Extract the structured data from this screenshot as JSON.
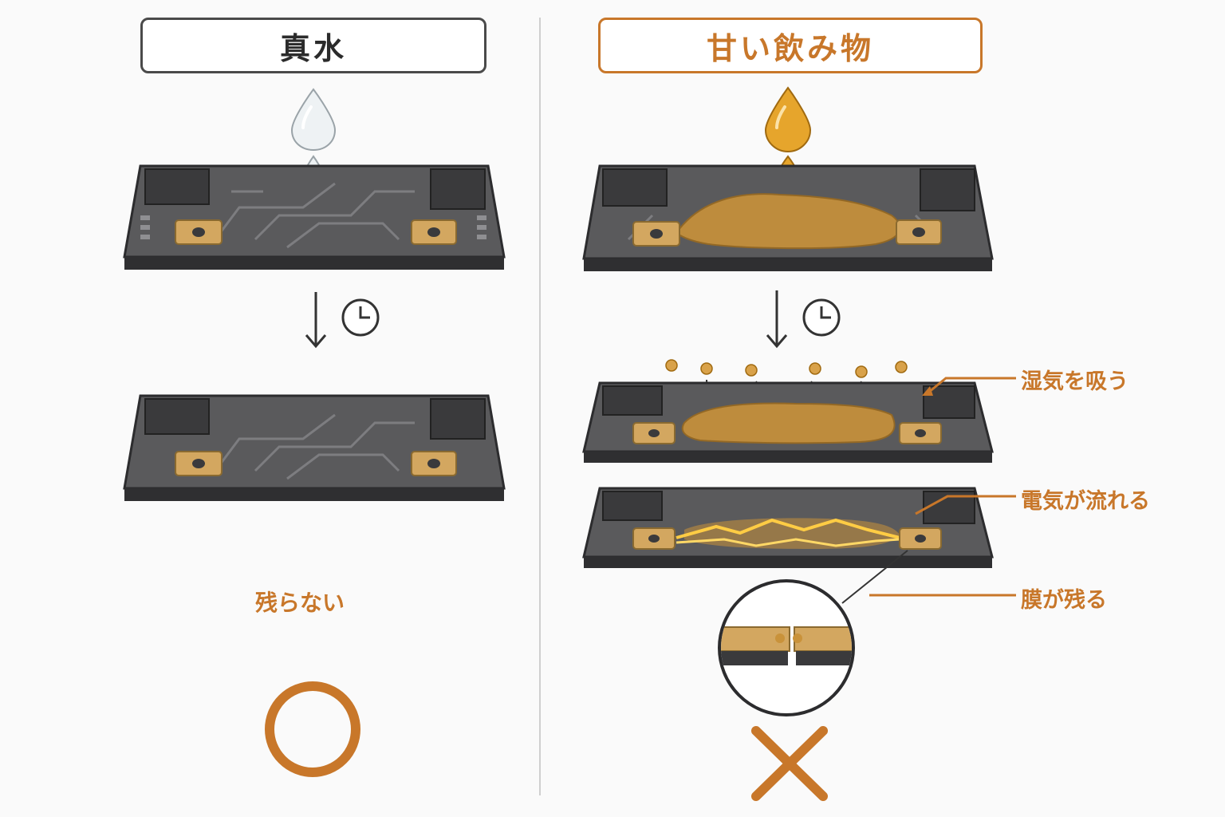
{
  "left": {
    "title": "真水",
    "result_text": "残らない",
    "verdict_symbol": "circle",
    "colors": {
      "title_border": "#4a4a4a",
      "drop": "#dfe6ea"
    }
  },
  "right": {
    "title": "甘い飲み物",
    "verdict_symbol": "cross",
    "callouts": [
      {
        "label": "湿気を吸う"
      },
      {
        "label": "電気が流れる"
      },
      {
        "label": "膜が残る"
      }
    ],
    "colors": {
      "title_border": "#c8772a",
      "drop": "#e0a02a",
      "spill": "#c9923a"
    }
  },
  "icons": {
    "time": "clock-icon",
    "step": "arrow-down-icon"
  },
  "accent_color": "#c8772a"
}
